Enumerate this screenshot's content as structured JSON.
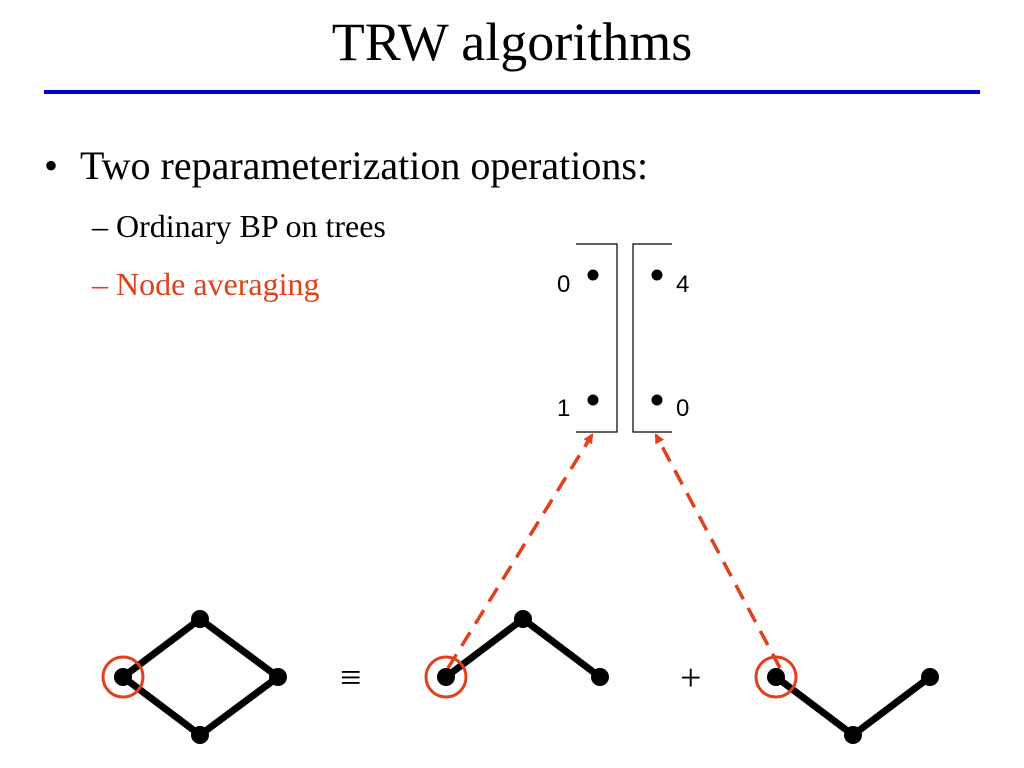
{
  "slide": {
    "title": "TRW algorithms",
    "bullet": "Two reparameterization operations:",
    "subbullets": [
      {
        "text": "– Ordinary BP on trees"
      },
      {
        "text": "– Node averaging"
      }
    ]
  },
  "diagram": {
    "left_box": {
      "top_value": "0",
      "bottom_value": "1"
    },
    "right_box": {
      "top_value": "4",
      "bottom_value": "0"
    },
    "equiv_symbol": "≡",
    "plus_symbol": "+"
  },
  "colors": {
    "title_rule": "#0000cc",
    "highlight": "#e0401a",
    "text": "#000000"
  }
}
